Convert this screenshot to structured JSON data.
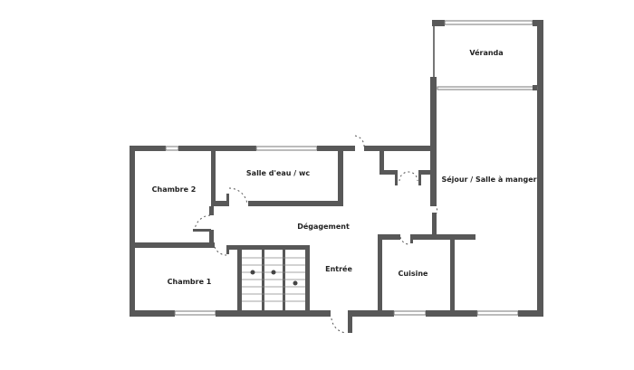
{
  "plan": {
    "rooms": {
      "veranda": "Véranda",
      "sejour": "Séjour / Salle à manger",
      "chambre2": "Chambre 2",
      "salle_eau": "Salle d'eau / wc",
      "degagement": "Dégagement",
      "entree": "Entrée",
      "chambre1": "Chambre 1",
      "cuisine": "Cuisine"
    },
    "wall_color": "#585858"
  }
}
